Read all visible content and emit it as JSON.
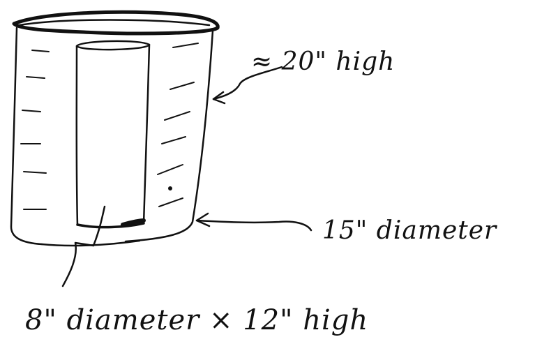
{
  "annotations": {
    "height_label": "≈ 20\" high",
    "diameter_label": "15\" diameter",
    "inner_label": "8\" diameter × 12\" high"
  },
  "colors": {
    "ink": "#111111",
    "paper": "#ffffff"
  }
}
